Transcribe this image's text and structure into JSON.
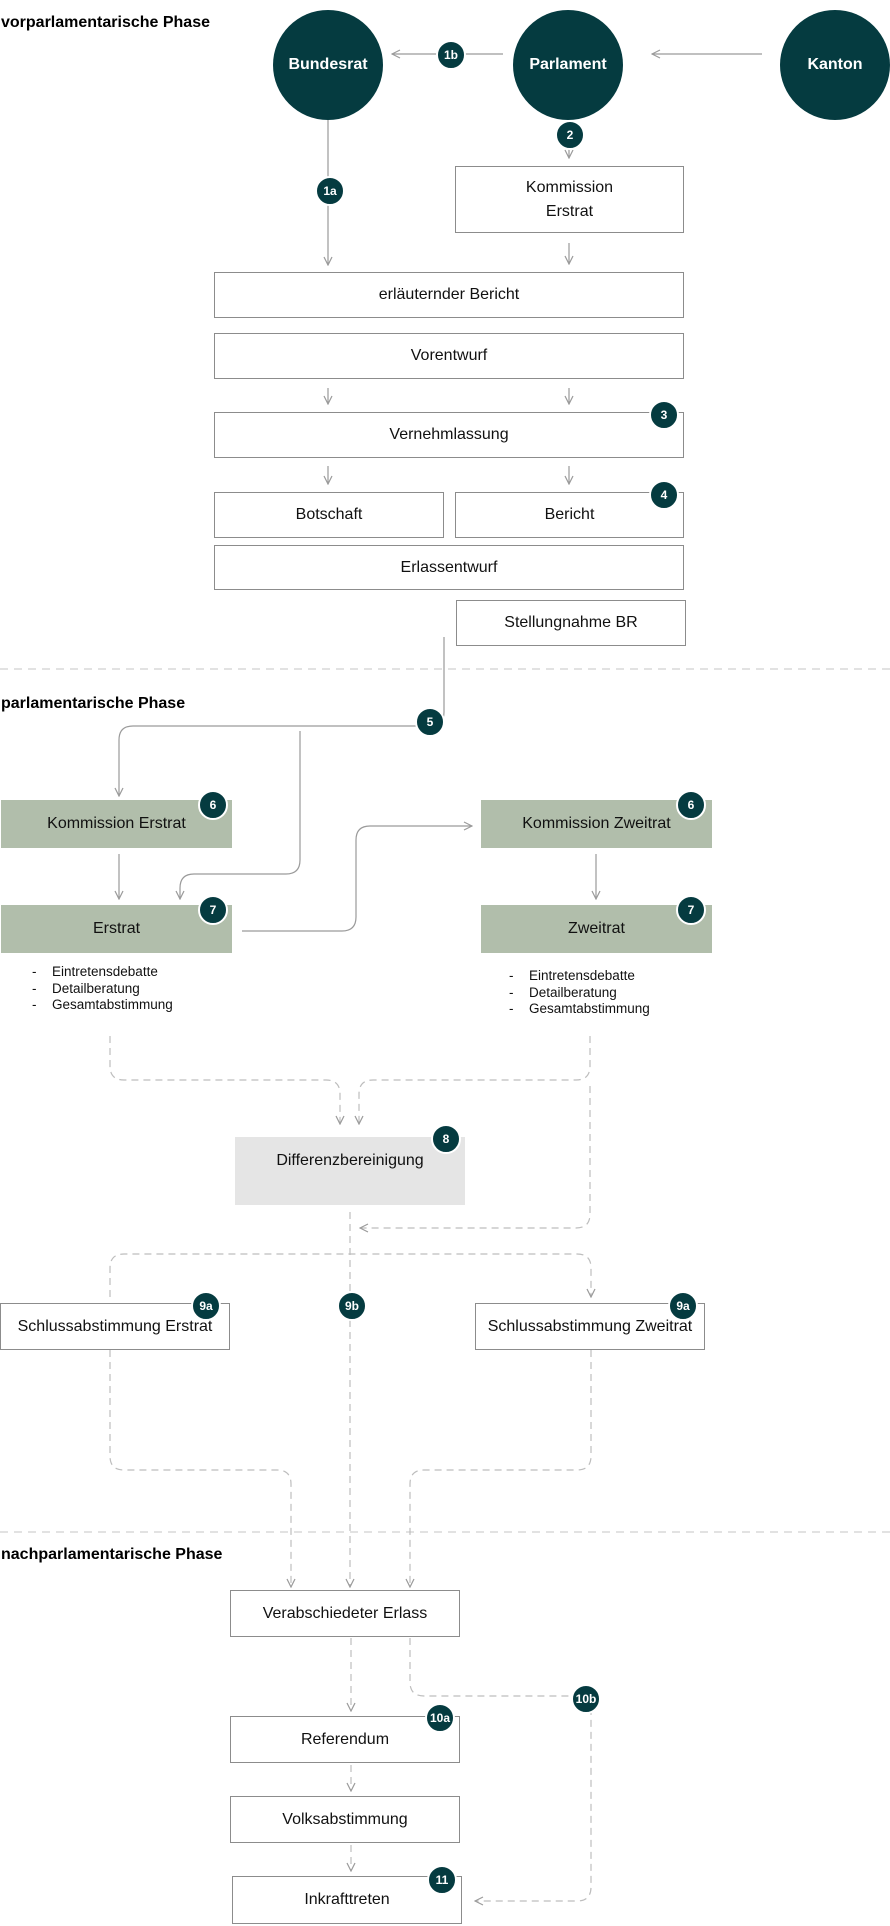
{
  "phases": {
    "pre": "vorparlamentarische Phase",
    "parl": "parlamentarische Phase",
    "post": "nachparlamentarische Phase"
  },
  "actors": {
    "bundesrat": "Bundesrat",
    "parlament": "Parlament",
    "kanton": "Kanton"
  },
  "boxes": {
    "kommission_erstrat_pre": "Kommission\nErstrat",
    "bericht_erlaeuternd": "erläuternder Bericht",
    "vorentwurf": "Vorentwurf",
    "vernehmlassung": "Vernehmlassung",
    "botschaft": "Botschaft",
    "bericht": "Bericht",
    "erlassentwurf": "Erlassentwurf",
    "stellungnahme": "Stellungnahme BR",
    "kommission_erstrat": "Kommission Erstrat",
    "kommission_zweitrat": "Kommission Zweitrat",
    "erstrat": "Erstrat",
    "zweitrat": "Zweitrat",
    "differenz": "Differenzbereinigung",
    "schluss_erstrat": "Schlussabstimmung Erstrat",
    "schluss_zweitrat": "Schlussabstimmung Zweitrat",
    "verabschiedet": "Verabschiedeter Erlass",
    "referendum": "Referendum",
    "volksabstimmung": "Volksabstimmung",
    "inkrafttreten": "Inkrafttreten"
  },
  "steps": {
    "erstrat": [
      "Eintretensdebatte",
      "Detailberatung",
      "Gesamtabstimmung"
    ],
    "zweitrat": [
      "Eintretensdebatte",
      "Detailberatung",
      "Gesamtabstimmung"
    ]
  },
  "badges": {
    "b1a": "1a",
    "b1b": "1b",
    "b2": "2",
    "b3": "3",
    "b4": "4",
    "b5": "5",
    "b6a": "6",
    "b6b": "6",
    "b7a": "7",
    "b7b": "7",
    "b8": "8",
    "b9a1": "9a",
    "b9a2": "9a",
    "b9b": "9b",
    "b10a": "10a",
    "b10b": "10b",
    "b11": "11"
  },
  "colors": {
    "accent": "#053b40",
    "green_box": "#b1beab",
    "grey_box": "#e5e5e5",
    "line": "#9a9a9a"
  }
}
